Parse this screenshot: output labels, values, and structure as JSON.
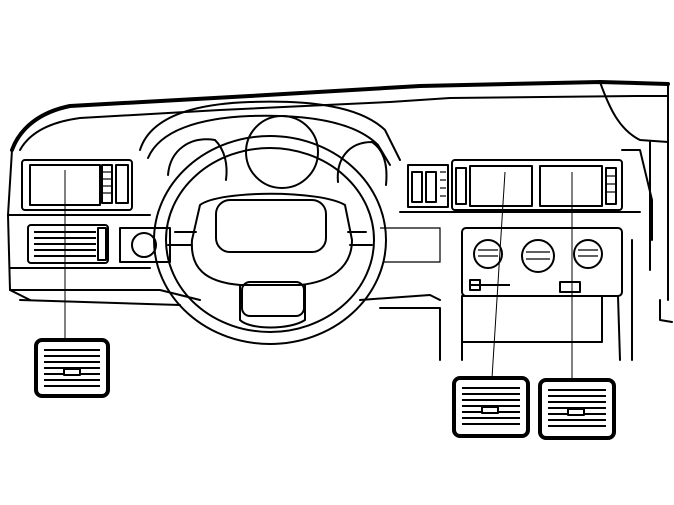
{
  "figure": {
    "subject": "dashboard-air-vents",
    "labels": [],
    "line_color": "#000000",
    "background": "#ffffff"
  },
  "callouts": [
    {
      "id": "vent-left-outer"
    },
    {
      "id": "vent-center-left"
    },
    {
      "id": "vent-center-right"
    }
  ]
}
